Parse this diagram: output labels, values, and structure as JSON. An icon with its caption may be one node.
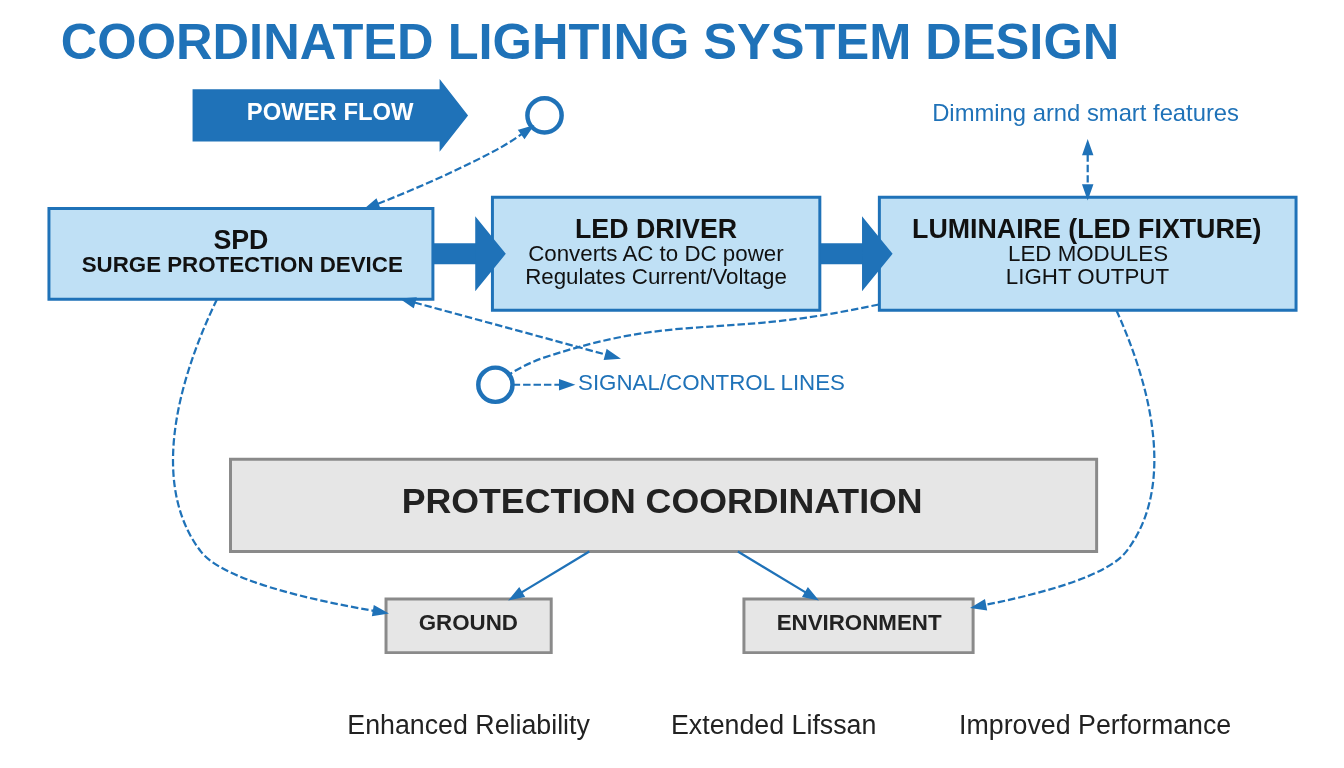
{
  "diagram": {
    "title": "COORDINATED LIGHTING SYSTEM DESIGN",
    "nodes": [
      {
        "text": [
          "POWER FLOW"
        ]
      },
      {
        "text": [],
        "shape": "circle"
      },
      {
        "text": [
          "Dimming arnd smart features"
        ]
      },
      {
        "text": [
          "SPD",
          "SURGE PROTECTION DEVICE"
        ]
      },
      {
        "text": [
          "LED DRIVER",
          "Converts AC to DC power",
          "Regulates Current/Voltage"
        ]
      },
      {
        "text": [
          "LUMINAIRE (LED FIXTURE)",
          "LED MODULES",
          "LIGHT OUTPUT"
        ]
      },
      {
        "text": [
          "SIGNAL/CONTROL LINES"
        ]
      },
      {
        "text": [],
        "shape": "circle"
      },
      {
        "text": [
          "PROTECTION COORDINATION"
        ]
      },
      {
        "text": [
          "GROUND"
        ]
      },
      {
        "text": [
          "ENVIRONMENT"
        ]
      }
    ],
    "edges": [
      {
        "from": 3,
        "to": 1,
        "arrow": "both",
        "style": "dashed"
      },
      {
        "from": 2,
        "to": 5,
        "arrow": "both",
        "style": "dashed"
      },
      {
        "from": 3,
        "to": 4,
        "arrow": "to",
        "style": "thick"
      },
      {
        "from": 4,
        "to": 5,
        "arrow": "to",
        "style": "thick"
      },
      {
        "from": 3,
        "to": 6,
        "arrow": "both",
        "style": "dashed"
      },
      {
        "from": 5,
        "to": 7,
        "arrow": "none",
        "style": "dashed"
      },
      {
        "from": 7,
        "to": 6,
        "arrow": "to",
        "style": "dashed"
      },
      {
        "from": 3,
        "to": 9,
        "arrow": "to",
        "style": "dashed"
      },
      {
        "from": 8,
        "to": 9,
        "arrow": "to"
      },
      {
        "from": 5,
        "to": 10,
        "arrow": "to",
        "style": "dashed"
      },
      {
        "from": 8,
        "to": 10,
        "arrow": "to"
      }
    ],
    "labels": [
      "Enhanced Reliability",
      "Extended Lifssan",
      "Improved Performance"
    ]
  }
}
